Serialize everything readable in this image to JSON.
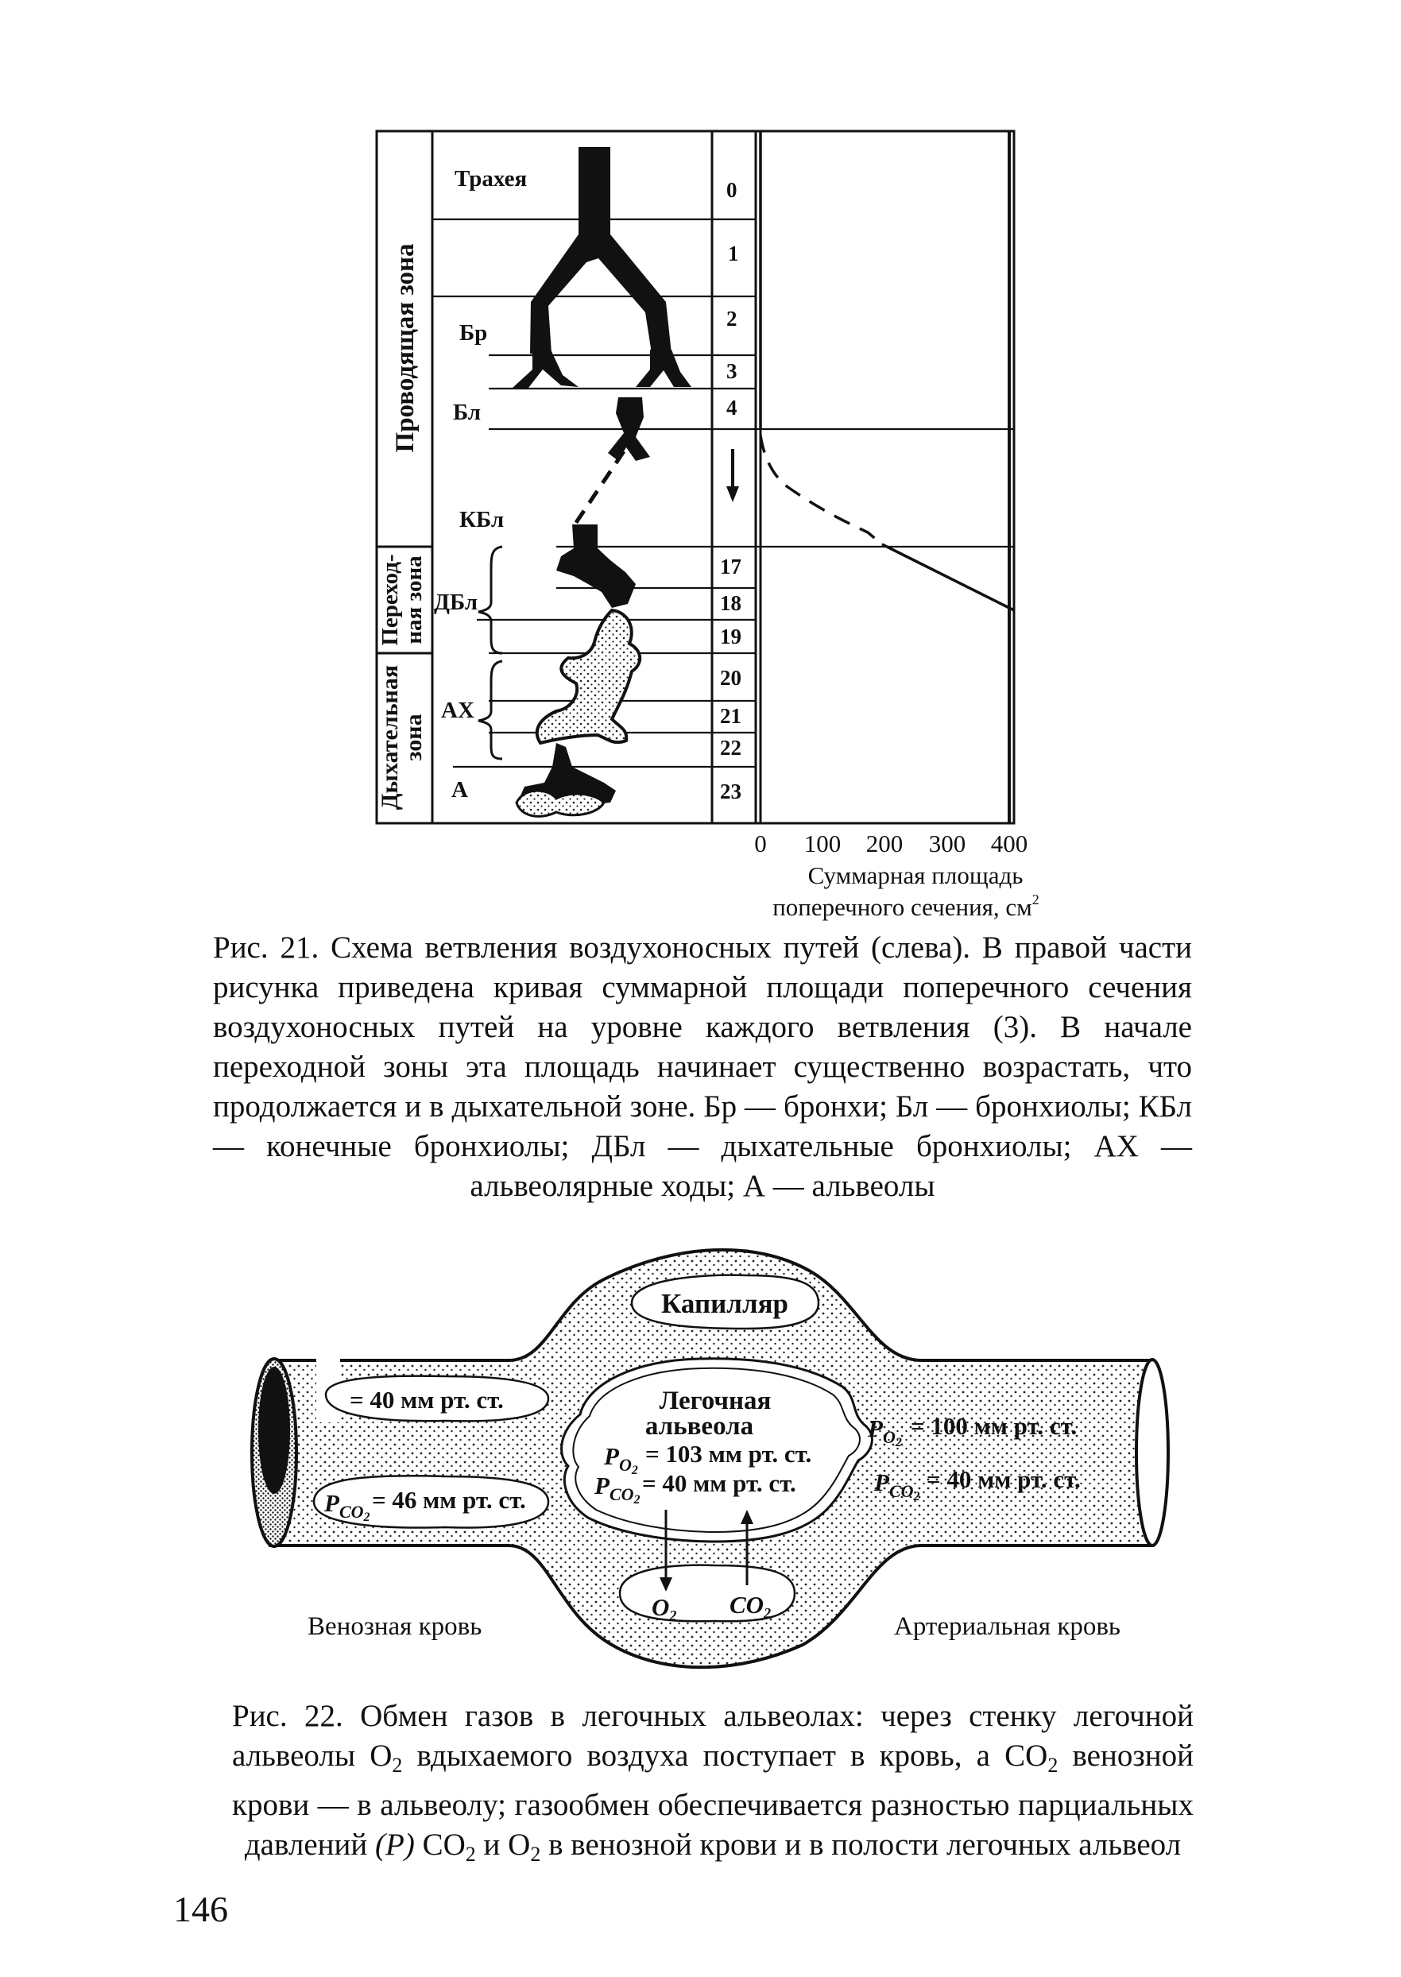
{
  "figure21": {
    "zones": {
      "conducting": "Проводящая зона",
      "transitional_line1": "Переход-",
      "transitional_line2": "ная зона",
      "respiratory_line1": "Дыхательная",
      "respiratory_line2": "зона"
    },
    "labels": {
      "trachea": "Трахея",
      "bronchi": "Бр",
      "bronchioles": "Бл",
      "terminal_bronchioles": "КБл",
      "respiratory_bronchioles": "ДБл",
      "alveolar_ducts": "АХ",
      "alveoli": "А"
    },
    "generations": [
      "0",
      "1",
      "2",
      "3",
      "4",
      "17",
      "18",
      "19",
      "20",
      "21",
      "22",
      "23"
    ],
    "x_axis": {
      "ticks": [
        "0",
        "100",
        "200",
        "300",
        "400"
      ],
      "label_line1": "Суммарная площадь",
      "label_line2": "поперечного сечения, см",
      "label_sup": "2"
    }
  },
  "caption21": {
    "text": "Рис. 21. Схема ветвления воздухоносных путей (слева). В правой части рисунка приведена кривая суммарной площади поперечного сечения воздухоносных путей на уровне каждого ветвления (3). В начале переходной зоны эта площадь начинает существенно возрастать, что продолжается и в дыхательной зоне. Бр — бронхи; Бл — бронхиолы; КБл — конечные бронхиолы; ДБл — дыхательные бронхиолы; АХ — альвеолярные ходы; А — альвеолы"
  },
  "figure22": {
    "capillary": "Капилляр",
    "alveolus_line1": "Легочная",
    "alveolus_line2": "альвеола",
    "venous_po2": "= 40 мм рт. ст.",
    "venous_pco2": "= 46 мм рт. ст.",
    "alveolar_po2": "= 103 мм рт. ст.",
    "alveolar_pco2": "= 40 мм рт. ст.",
    "arterial_po2": "= 100 мм рт. ст.",
    "arterial_pco2": "= 40 мм рт. ст.",
    "o2": "O",
    "co2": "CO",
    "venous_blood": "Венозная кровь",
    "arterial_blood": "Артериальная кровь"
  },
  "caption22": {
    "p1": "Рис. 22. Обмен газов в легочных альвеолах: через стенку легочной альвеолы O",
    "sub1": "2",
    "p2": " вдыхаемого воздуха поступает в кровь, а CO",
    "sub2": "2",
    "p3": " венозной крови — в альвеолу; газообмен обеспечивается разностью парциальных давлений ",
    "p4": "(P)",
    "p5": " CO",
    "sub3": "2",
    "p6": " и O",
    "sub4": "2",
    "p7": " в венозной крови и в полости легочных альвеол"
  },
  "page_number": "146"
}
